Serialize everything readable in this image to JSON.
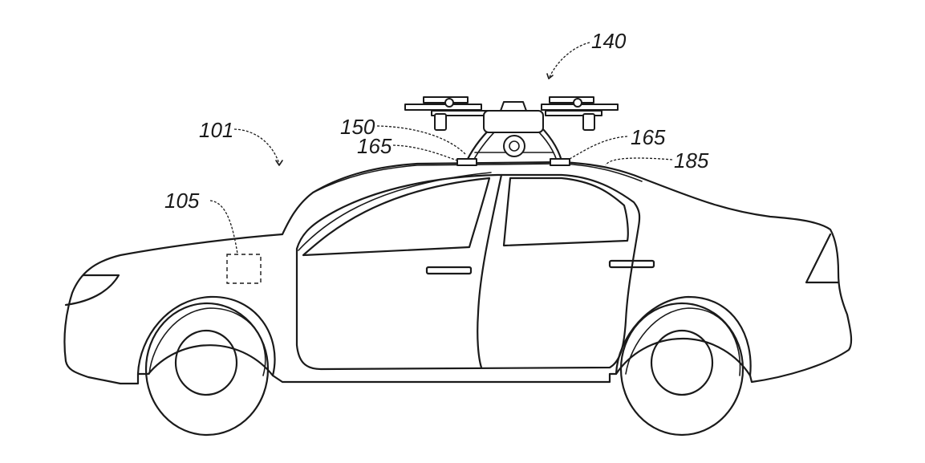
{
  "figure": {
    "description": "Side view of a sedan vehicle with a multirotor drone docked on the roof",
    "line_color": "#1a1a1a",
    "background": "#ffffff"
  },
  "labels": {
    "vehicle": "101",
    "vehicle_computer": "105",
    "drone": "140",
    "drone_body": "150",
    "mount_left": "165",
    "mount_right": "165",
    "roof": "185"
  }
}
